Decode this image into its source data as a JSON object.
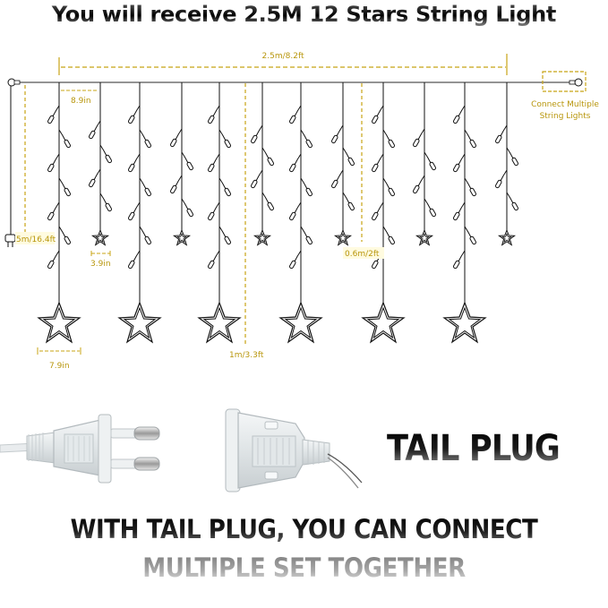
{
  "headline": "You will receive 2.5M 12 Stars String Light",
  "diagram": {
    "accent_color": "#c8a415",
    "labels": {
      "total_width": "2.5m/8.2ft",
      "strand_spacing": "8.9in",
      "lead_cable": "5m/16.4ft",
      "small_star_size": "3.9in",
      "short_strand_length": "0.6m/2ft",
      "long_strand_length": "1m/3.3ft",
      "big_star_size": "7.9in",
      "connector_line1": "Connect  Multiple",
      "connector_line2": "String Lights"
    },
    "strands": {
      "long_count": 6,
      "short_count": 6,
      "big_stars": 6,
      "small_stars": 6
    }
  },
  "plug_section": {
    "title": "TAIL PLUG",
    "male_plug_icon": "eu-plug-icon",
    "female_plug_icon": "tail-socket-icon"
  },
  "caption": {
    "line1": "WITH TAIL PLUG, YOU CAN CONNECT",
    "line2": "MULTIPLE SET TOGETHER"
  }
}
